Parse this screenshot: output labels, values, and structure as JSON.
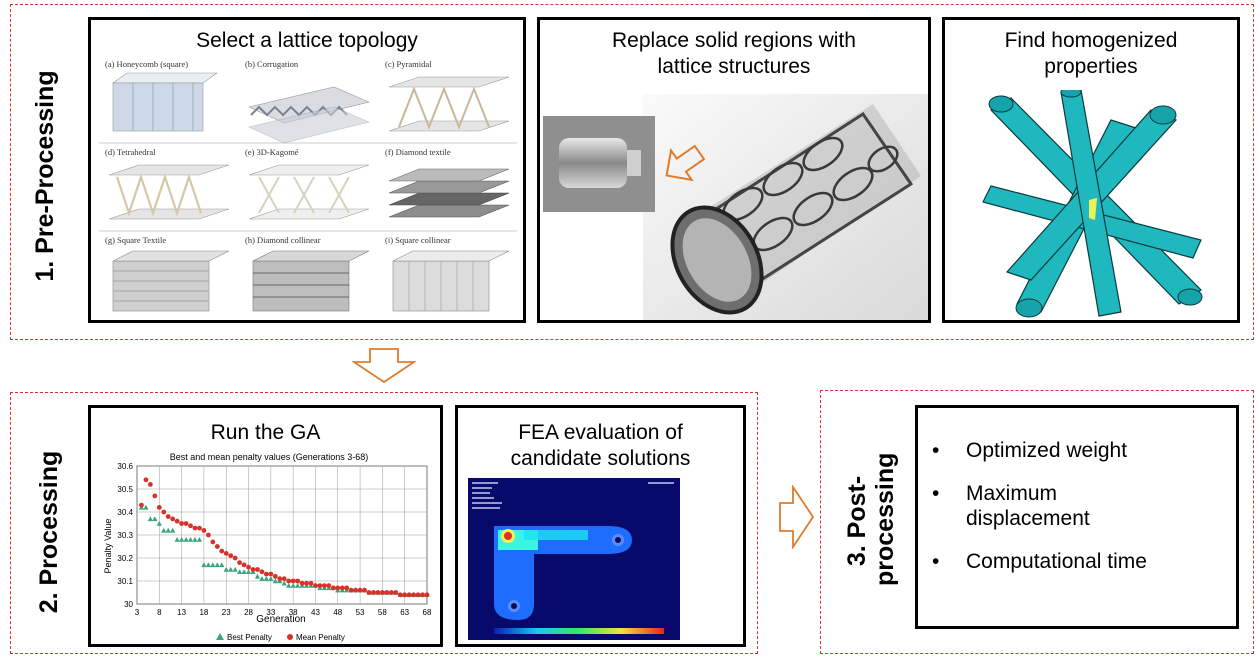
{
  "sections": {
    "pre": {
      "label": "1. Pre-Processing"
    },
    "proc": {
      "label": "2. Processing"
    },
    "post": {
      "label_1": "3. Post-",
      "label_2": "processing"
    }
  },
  "panels": {
    "lattice": {
      "title": "Select a lattice topology",
      "cells": [
        "(a) Honeycomb (square)",
        "(b) Corrugation",
        "(c) Pyramidal",
        "(d) Tetrahedral",
        "(e) 3D-Kagomé",
        "(f) Diamond textile",
        "(g) Square Textile",
        "(h) Diamond collinear",
        "(i) Square collinear"
      ]
    },
    "replace": {
      "title_1": "Replace solid regions with",
      "title_2": "lattice structures"
    },
    "homog": {
      "title_1": "Find homogenized",
      "title_2": "properties"
    },
    "ga": {
      "title": "Run the GA"
    },
    "fea": {
      "title_1": "FEA evaluation of",
      "title_2": "candidate solutions"
    },
    "post": {
      "bullets": [
        "Optimized weight",
        "Maximum displacement",
        "Computational time"
      ],
      "bullet_glyph": "•"
    }
  },
  "chart_data": {
    "type": "scatter",
    "title": "Best and mean penalty values (Generations 3-68)",
    "xlabel": "Generation",
    "ylabel": "Penalty Value",
    "xlim": [
      3,
      68
    ],
    "ylim": [
      30,
      30.6
    ],
    "x_ticks": [
      "3",
      "8",
      "13",
      "18",
      "23",
      "28",
      "33",
      "38",
      "43",
      "48",
      "53",
      "58",
      "63",
      "68"
    ],
    "y_ticks": [
      "30",
      "30.1",
      "30.2",
      "30.3",
      "30.4",
      "30.5",
      "30.6"
    ],
    "grid": true,
    "legend_position": "bottom",
    "series": [
      {
        "name": "Best Penalty",
        "color": "#3aa57a",
        "x": [
          4,
          5,
          6,
          7,
          8,
          9,
          10,
          11,
          12,
          13,
          14,
          15,
          16,
          17,
          18,
          19,
          20,
          21,
          22,
          23,
          24,
          25,
          26,
          27,
          28,
          29,
          30,
          31,
          32,
          33,
          34,
          35,
          36,
          37,
          38,
          39,
          40,
          41,
          42,
          43,
          44,
          45,
          46,
          47,
          48,
          49,
          50,
          51,
          52,
          53,
          54,
          55,
          56,
          57,
          58,
          59,
          60,
          61,
          62,
          63,
          64,
          65,
          66,
          67,
          68
        ],
        "values": [
          30.42,
          30.42,
          30.37,
          30.37,
          30.35,
          30.32,
          30.32,
          30.32,
          30.28,
          30.28,
          30.28,
          30.28,
          30.28,
          30.28,
          30.17,
          30.17,
          30.17,
          30.17,
          30.17,
          30.15,
          30.15,
          30.15,
          30.14,
          30.14,
          30.14,
          30.14,
          30.12,
          30.11,
          30.11,
          30.11,
          30.1,
          30.1,
          30.09,
          30.08,
          30.08,
          30.08,
          30.08,
          30.08,
          30.08,
          30.08,
          30.07,
          30.07,
          30.07,
          30.07,
          30.06,
          30.06,
          30.06,
          30.06,
          30.06,
          30.06,
          30.06,
          30.05,
          30.05,
          30.05,
          30.05,
          30.05,
          30.05,
          30.05,
          30.04,
          30.04,
          30.04,
          30.04,
          30.04,
          30.04,
          30.04
        ]
      },
      {
        "name": "Mean Penalty",
        "color": "#d8302a",
        "x": [
          4,
          5,
          6,
          7,
          8,
          9,
          10,
          11,
          12,
          13,
          14,
          15,
          16,
          17,
          18,
          19,
          20,
          21,
          22,
          23,
          24,
          25,
          26,
          27,
          28,
          29,
          30,
          31,
          32,
          33,
          34,
          35,
          36,
          37,
          38,
          39,
          40,
          41,
          42,
          43,
          44,
          45,
          46,
          47,
          48,
          49,
          50,
          51,
          52,
          53,
          54,
          55,
          56,
          57,
          58,
          59,
          60,
          61,
          62,
          63,
          64,
          65,
          66,
          67,
          68
        ],
        "values": [
          30.43,
          30.54,
          30.52,
          30.47,
          30.42,
          30.4,
          30.38,
          30.37,
          30.36,
          30.35,
          30.35,
          30.34,
          30.33,
          30.33,
          30.32,
          30.3,
          30.27,
          30.25,
          30.23,
          30.22,
          30.21,
          30.2,
          30.18,
          30.17,
          30.16,
          30.15,
          30.15,
          30.14,
          30.13,
          30.13,
          30.12,
          30.11,
          30.11,
          30.1,
          30.1,
          30.1,
          30.09,
          30.09,
          30.09,
          30.08,
          30.08,
          30.08,
          30.08,
          30.07,
          30.07,
          30.07,
          30.07,
          30.06,
          30.06,
          30.06,
          30.06,
          30.05,
          30.05,
          30.05,
          30.05,
          30.05,
          30.05,
          30.05,
          30.04,
          30.04,
          30.04,
          30.04,
          30.04,
          30.04,
          30.04
        ]
      }
    ]
  },
  "colors": {
    "dash": "#e03030",
    "arrow": "#e07b2a",
    "cyan": "#1fb8bf"
  }
}
